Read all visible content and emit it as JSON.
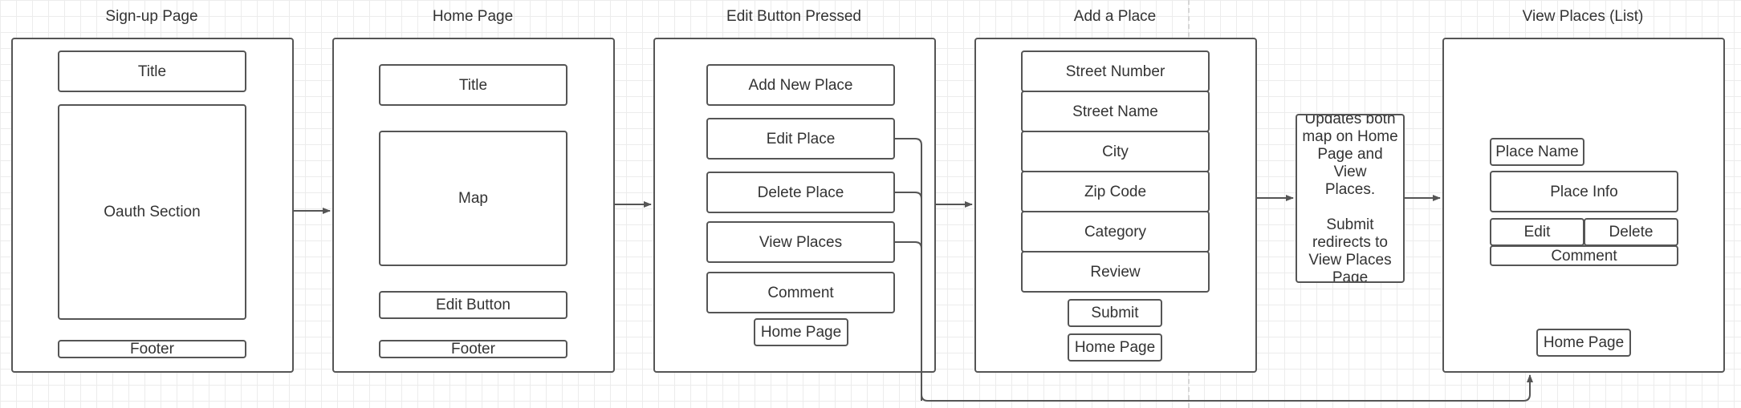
{
  "diagram": {
    "colors": {
      "line": "#555555",
      "text": "#333333",
      "grid": "#ececec",
      "background": "#ffffff"
    },
    "columns": {
      "signup": {
        "title": "Sign-up Page",
        "title_box": "Title",
        "oauth": "Oauth Section",
        "footer": "Footer"
      },
      "home": {
        "title": "Home Page",
        "title_box": "Title",
        "map": "Map",
        "edit_button": "Edit Button",
        "footer": "Footer"
      },
      "edit": {
        "title": "Edit Button Pressed",
        "add_new_place": "Add New Place",
        "edit_place": "Edit Place",
        "delete_place": "Delete Place",
        "view_places": "View Places",
        "comment": "Comment",
        "home_page": "Home Page"
      },
      "add": {
        "title": "Add a Place",
        "street_number": "Street Number",
        "street_name": "Street Name",
        "city": "City",
        "zip_code": "Zip Code",
        "category": "Category",
        "review": "Review",
        "submit": "Submit",
        "home_page": "Home Page"
      },
      "note": "Updates both\nmap on Home\nPage and View\nPlaces.\n\nSubmit\nredirects to\nView Places\nPage",
      "view": {
        "title": "View Places (List)",
        "place_name": "Place Name",
        "place_info": "Place Info",
        "edit": "Edit",
        "delete": "Delete",
        "comment": "Comment",
        "home_page": "Home Page"
      }
    }
  }
}
